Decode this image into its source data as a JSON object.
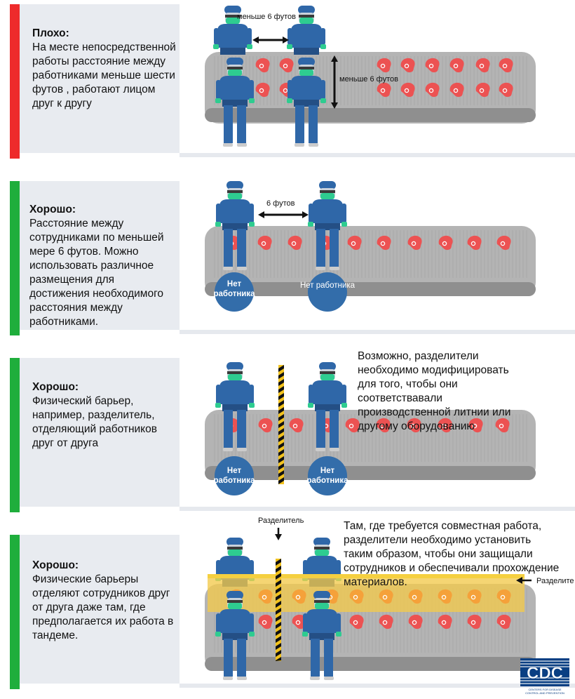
{
  "colors": {
    "bad": "#ee2b2b",
    "good": "#1fae3c",
    "worker": "#2f67a8",
    "worker_face": "#2ecc90",
    "meat": "#ec5252",
    "circle": "#336daa",
    "belt": "#b4b4b4",
    "belt_dark": "#8c8c8c",
    "barrier": "#f2c94c"
  },
  "panels": [
    {
      "heading": "Плохо:",
      "body": "На месте непосредственной работы расстояние между работниками меньше шести футов , работают лицом друг к другу",
      "labels": {
        "horizontal": "меньше 6 футов",
        "vertical": "меньше 6 футов"
      }
    },
    {
      "heading": "Хорошо:",
      "body": "Расстояние между сотрудниками по меньшей мере 6 футов. Можно использовать различное размещения для достижения необходимого расстояния между работниками.",
      "labels": {
        "distance": "6 футов",
        "no_worker_a": "Нет работника",
        "no_worker_b": "Нет работника"
      }
    },
    {
      "heading": "Хорошо:",
      "body": "Физический барьер, например, разделитель, отделяющий работников друг от друга",
      "note": "Возможно, разделители необходимо модифицировать для того, чтобы они соответствавали производственной литнии или другому оборудованию",
      "labels": {
        "no_worker_a": "Нет работника",
        "no_worker_b": "Нет работника"
      }
    },
    {
      "heading": "Хорошо:",
      "body": "Физические барьеры отделяют сотрудников друг от друга даже там, где предполагается их работа в тандеме.",
      "note": "Там, где требуется совместная работа, разделители необходимо установить таким образом, чтобы они защищали сотрудников и обеспечивали прохождение материалов.",
      "labels": {
        "divider_top": "Разделитель",
        "divider_right": "Разделите"
      }
    }
  ],
  "logo": {
    "text": "CDC",
    "subtitle": "CENTERS FOR DISEASE CONTROL AND PREVENTION"
  }
}
